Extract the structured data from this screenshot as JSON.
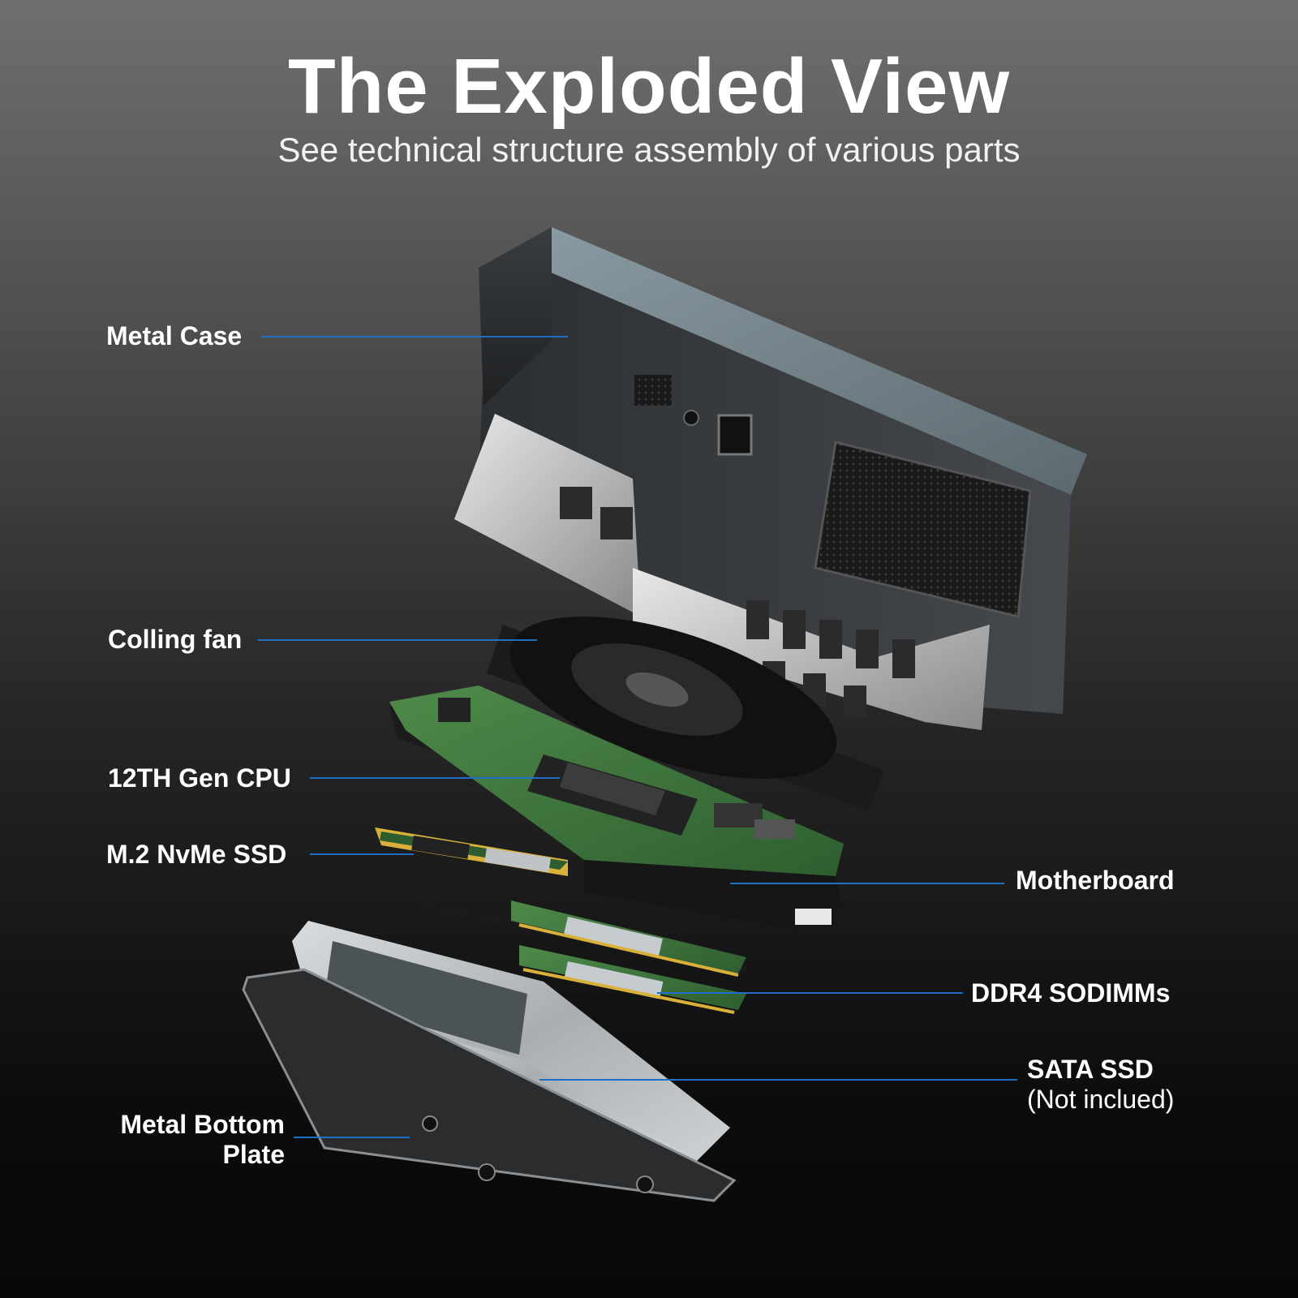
{
  "header": {
    "title": "The Exploded View",
    "subtitle": "See technical structure assembly of various parts"
  },
  "colors": {
    "leader_line": "#1f6fc4",
    "text": "#ffffff"
  },
  "labels": {
    "metal_case": "Metal Case",
    "cooling_fan": "Colling fan",
    "cpu": "12TH Gen CPU",
    "nvme_ssd": "M.2 NvMe SSD",
    "motherboard": "Motherboard",
    "ddr4": "DDR4 SODIMMs",
    "sata_ssd": "SATA SSD",
    "sata_ssd_note": "(Not inclued)",
    "bottom_plate_line1": "Metal Bottom",
    "bottom_plate_line2": "Plate"
  }
}
